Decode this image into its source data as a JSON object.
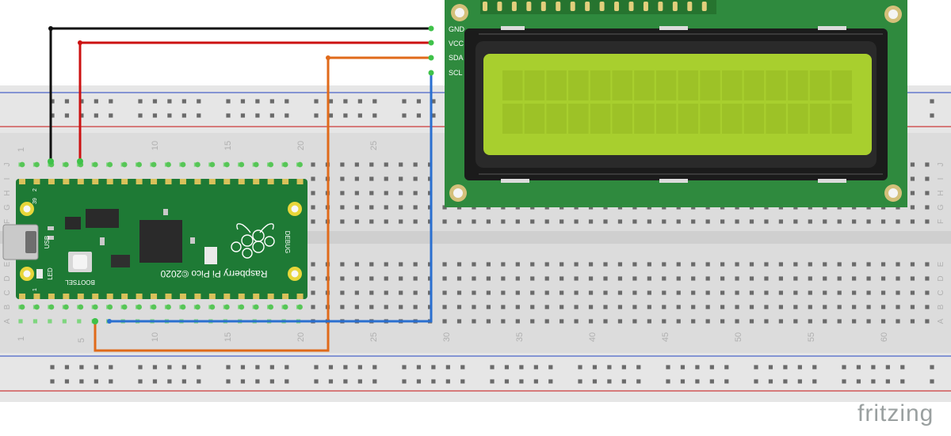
{
  "breadboard": {
    "column_numbers": [
      "1",
      "5",
      "10",
      "15",
      "20",
      "25",
      "30",
      "35",
      "40",
      "45",
      "50",
      "55",
      "60"
    ],
    "row_letters_top": [
      "J",
      "I",
      "H",
      "G",
      "F"
    ],
    "row_letters_bottom": [
      "E",
      "D",
      "C",
      "B",
      "A"
    ]
  },
  "lcd": {
    "pins": [
      "GND",
      "VCC",
      "SDA",
      "SCL"
    ],
    "lines": 2,
    "chars_per_line": 16,
    "screen_color": "#a8cf2e",
    "pcb_color": "#2f8a3e"
  },
  "pico": {
    "name": "Raspberry Pi Pico ©2020",
    "labels": {
      "usb": "USB",
      "debug": "DEBUG",
      "bootsel": "BOOTSEL",
      "led": "LED",
      "pin1": "1",
      "pin2": "2",
      "pin39": "39"
    },
    "board_color": "#1e7a35"
  },
  "wires": [
    {
      "name": "gnd",
      "color": "#111111"
    },
    {
      "name": "vcc",
      "color": "#cc1111"
    },
    {
      "name": "sda",
      "color": "#e06a1a"
    },
    {
      "name": "scl",
      "color": "#2a6fd0"
    }
  ],
  "watermark": "fritzing"
}
